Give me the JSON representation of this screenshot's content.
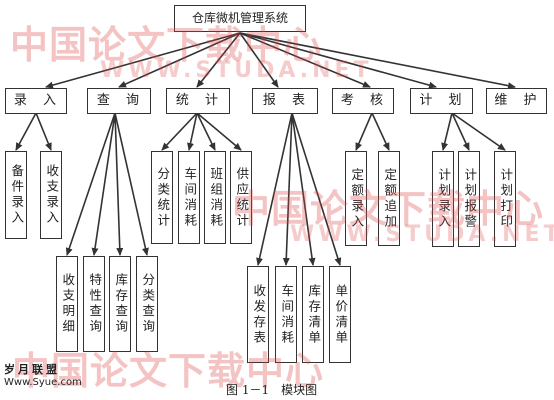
{
  "root": "仓库微机管理系统",
  "modules": [
    {
      "key": "entry",
      "label": "录 入"
    },
    {
      "key": "query",
      "label": "查 询"
    },
    {
      "key": "stats",
      "label": "统 计"
    },
    {
      "key": "report",
      "label": "报 表"
    },
    {
      "key": "assess",
      "label": "考 核"
    },
    {
      "key": "plan",
      "label": "计 划"
    },
    {
      "key": "maint",
      "label": "维 护"
    }
  ],
  "leaves": {
    "entry": [
      "备件录入",
      "收支录入"
    ],
    "query": [
      "收支明细",
      "特性查询",
      "库存查询",
      "分类查询"
    ],
    "stats": [
      "分类统计",
      "车间消耗",
      "班组消耗",
      "供应统计"
    ],
    "report": [
      "收发存表",
      "车间消耗",
      "库存清单",
      "单价清单"
    ],
    "assess": [
      "定额录入",
      "定额追加"
    ],
    "plan": [
      "计划录入",
      "计划报警",
      "计划打印"
    ]
  },
  "caption": "图 1－1　模块图",
  "watermarks": {
    "chinese": "中国论文下载中心",
    "url": "WWW.STUDA.NET"
  },
  "logo": {
    "text": "岁月联盟",
    "url": "Www.Syue.com"
  }
}
